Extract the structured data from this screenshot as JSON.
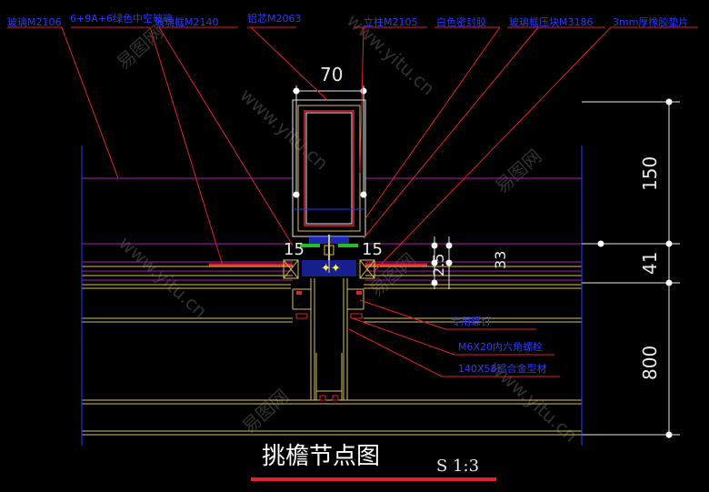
{
  "top_labels": [
    "玻璃M2106",
    "6+9A+6绿色中空玻璃",
    "玻璃框M2140",
    "铝芯M2063",
    "立柱M2105",
    "白色密封胶",
    "玻璃框压块M3186",
    "3mm厚橡胶垫片"
  ],
  "bottom_labels": [
    "专用螺钉",
    "M6X20内六角螺栓",
    "140X58铝合金型材"
  ],
  "dimensions": {
    "top_width": "70",
    "right_1": "150",
    "right_2": "41",
    "right_3": "800",
    "gap_left": "15",
    "gap_right": "15",
    "small_a": "2.5",
    "small_b": "33"
  },
  "title": "挑檐节点图",
  "scale": "S 1:3",
  "watermarks": [
    "易图网",
    "www.yitu.cn"
  ],
  "colors": {
    "label_blue": "#2a39ff",
    "leader_red": "#e0212a",
    "structure_yellow": "#d8c25a",
    "magenta": "#b01ab0"
  }
}
